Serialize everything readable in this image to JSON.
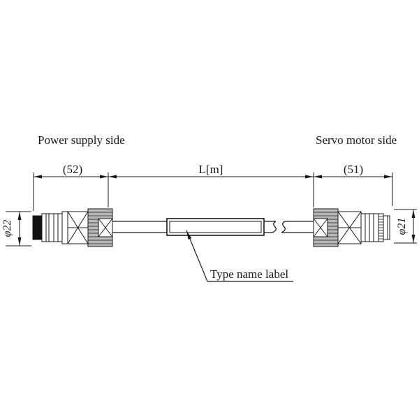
{
  "drawing": {
    "left_side_label": "Power supply side",
    "right_side_label": "Servo motor side",
    "annotation": "Type name label",
    "dims": {
      "left_length": "(52)",
      "cable_length": "L[m]",
      "right_length": "(51)",
      "left_diameter": "φ22",
      "right_diameter": "φ21"
    },
    "colors": {
      "line": "#1a1a1a",
      "background": "#ffffff",
      "metal_fill": "#b8b8b8",
      "plug_face": "#111111"
    }
  }
}
